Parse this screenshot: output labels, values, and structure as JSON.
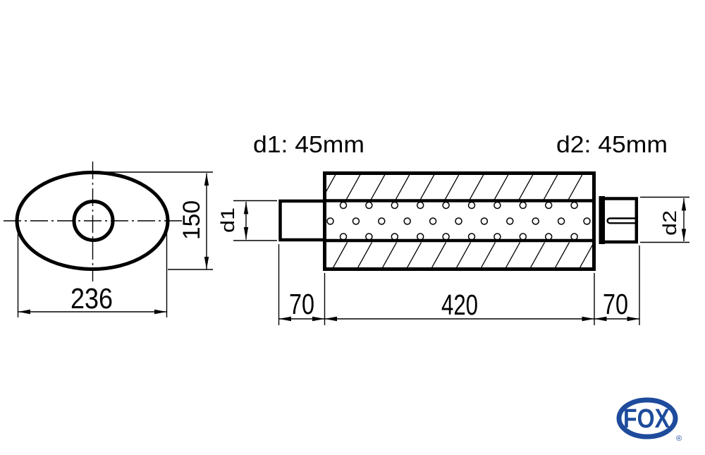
{
  "canvas": {
    "background_color": "#ffffff",
    "line_color": "#000000"
  },
  "labels": {
    "d1_spec": "d1: 45mm",
    "d2_spec": "d2: 45mm"
  },
  "front_view": {
    "width_mm": "236",
    "height_mm": "150"
  },
  "side_view": {
    "inlet_length_mm": "70",
    "body_length_mm": "420",
    "outlet_length_mm": "70",
    "inlet_diameter_ref": "d1",
    "outlet_diameter_ref": "d2"
  },
  "logo": {
    "text": "FOX",
    "registered": "®",
    "color": "#1e4b9c"
  }
}
